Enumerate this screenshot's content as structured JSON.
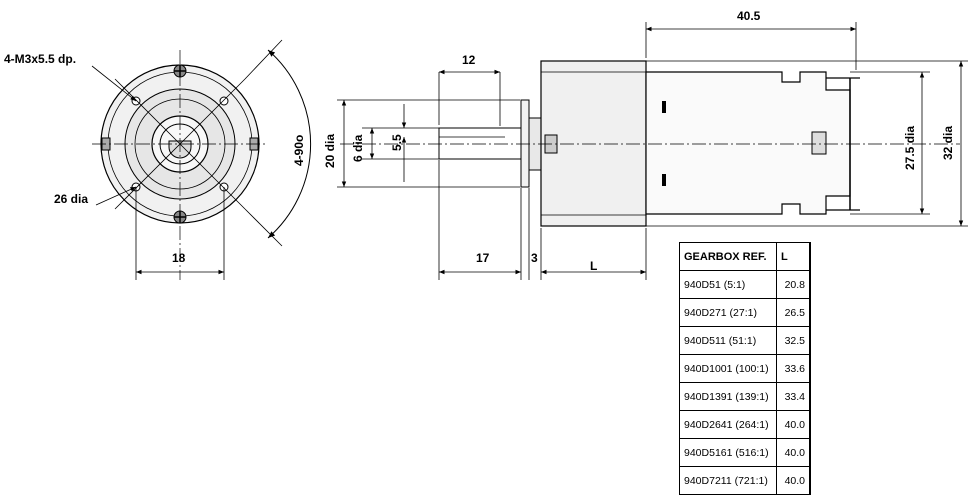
{
  "front_view": {
    "thread_label": "4-M3x5.5 dp.",
    "pcd_label": "26 dia",
    "bottom_dim": "18",
    "angle_label": "4-90o"
  },
  "side_view": {
    "shaft_length_dim": "12",
    "flange_dia_dim": "20 dia",
    "shaft_dia_dim": "6 dia",
    "flat_dim": "5.5",
    "shaft_ext_dim": "17",
    "flange_thk_dim": "3",
    "gearbox_len_dim": "L",
    "motor_len_dim": "40.5",
    "motor_dia_inner_dim": "27.5 dia",
    "motor_dia_outer_dim": "32 dia"
  },
  "gearbox_table": {
    "headers": [
      "GEARBOX REF.",
      "L"
    ],
    "rows": [
      {
        "ref": "940D51 (5:1)",
        "L": "20.8"
      },
      {
        "ref": "940D271 (27:1)",
        "L": "26.5"
      },
      {
        "ref": "940D511 (51:1)",
        "L": "32.5"
      },
      {
        "ref": "940D1001 (100:1)",
        "L": "33.6"
      },
      {
        "ref": "940D1391 (139:1)",
        "L": "33.4"
      },
      {
        "ref": "940D2641 (264:1)",
        "L": "40.0"
      },
      {
        "ref": "940D5161 (516:1)",
        "L": "40.0"
      },
      {
        "ref": "940D7211 (721:1)",
        "L": "40.0"
      }
    ]
  }
}
